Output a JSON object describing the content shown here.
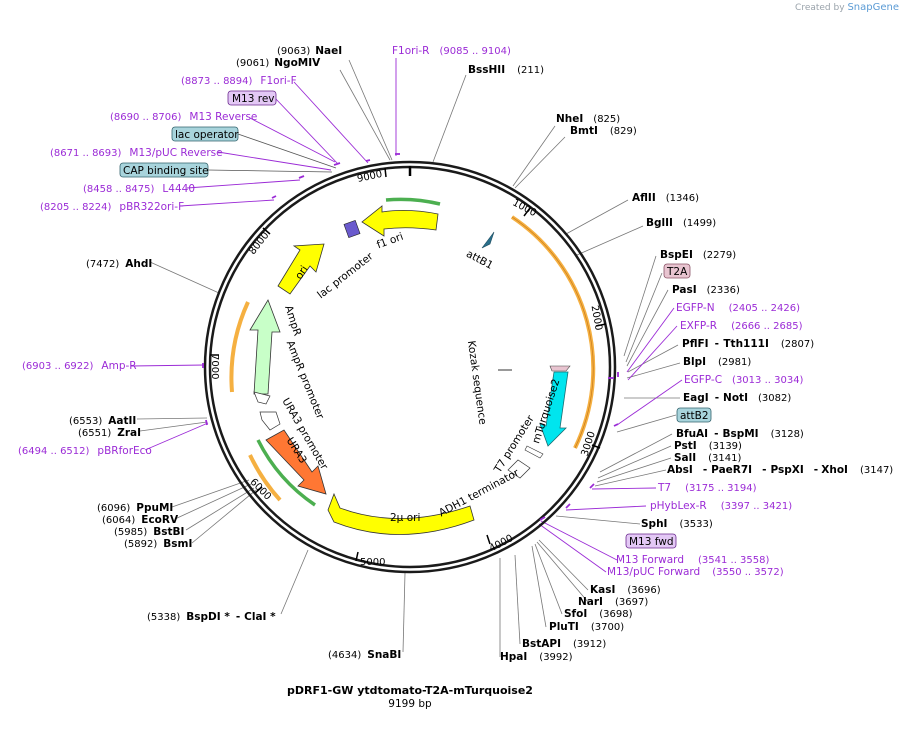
{
  "app": {
    "credit_prefix": "Created by",
    "credit_brand": "SnapGene"
  },
  "plasmid": {
    "name": "pDRF1-GW ytdtomato-T2A-mTurquoise2",
    "length_label": "9199 bp"
  },
  "ticks": [
    "1000",
    "2000",
    "3000",
    "4000",
    "5000",
    "6000",
    "7000",
    "8000",
    "9000"
  ],
  "sites": [
    {
      "num": "(9063)",
      "name": "NaeI"
    },
    {
      "num": "(9061)",
      "name": "NgoMIV"
    },
    {
      "name": "BssHII",
      "num": "(211)"
    },
    {
      "name": "NheI",
      "num": "(825)"
    },
    {
      "name": "BmtI",
      "num": "(829)"
    },
    {
      "name": "AflII",
      "num": "(1346)"
    },
    {
      "name": "BglII",
      "num": "(1499)"
    },
    {
      "name": "BspEI",
      "num": "(2279)"
    },
    {
      "name": "PasI",
      "num": "(2336)"
    },
    {
      "name": "PflFI",
      "dash": "-",
      "name2": "Tth111I",
      "num": "(2807)"
    },
    {
      "name": "BlpI",
      "num": "(2981)"
    },
    {
      "name": "EagI",
      "dash": "-",
      "name2": "NotI",
      "num": "(3082)"
    },
    {
      "name": "BfuAI",
      "dash": "-",
      "name2": "BspMI",
      "num": "(3128)"
    },
    {
      "name": "PstI",
      "num": "(3139)"
    },
    {
      "name": "SalI",
      "num": "(3141)"
    },
    {
      "name": "AbsI",
      "dash": "-",
      "name2": "PaeR7I",
      "dash2": "-",
      "name3": "PspXI",
      "dash3": "-",
      "name4": "XhoI",
      "num": "(3147)"
    },
    {
      "name": "SphI",
      "num": "(3533)"
    },
    {
      "name": "KasI",
      "num": "(3696)"
    },
    {
      "name": "NarI",
      "num": "(3697)"
    },
    {
      "name": "SfoI",
      "num": "(3698)"
    },
    {
      "name": "PluTI",
      "num": "(3700)"
    },
    {
      "name": "BstAPI",
      "num": "(3912)"
    },
    {
      "name": "HpaI",
      "num": "(3992)"
    },
    {
      "num": "(4634)",
      "name": "SnaBI"
    },
    {
      "num": "(5338)",
      "name": "BspDI *",
      "dash": "-",
      "name2": "ClaI *"
    },
    {
      "num": "(5892)",
      "name": "BsmI"
    },
    {
      "num": "(5985)",
      "name": "BstBI"
    },
    {
      "num": "(6064)",
      "name": "EcoRV"
    },
    {
      "num": "(6096)",
      "name": "PpuMI"
    },
    {
      "num": "(6551)",
      "name": "ZraI"
    },
    {
      "num": "(6553)",
      "name": "AatII"
    },
    {
      "num": "(7472)",
      "name": "AhdI"
    }
  ],
  "primers": [
    {
      "name": "F1ori-R",
      "range": "(9085 .. 9104)"
    },
    {
      "range": "(8873 .. 8894)",
      "name": "F1ori-F"
    },
    {
      "range": "(8690 .. 8706)",
      "name": "M13 Reverse"
    },
    {
      "range": "(8671 .. 8693)",
      "name": "M13/pUC Reverse"
    },
    {
      "range": "(8458 .. 8475)",
      "name": "L4440"
    },
    {
      "range": "(8205 .. 8224)",
      "name": "pBR322ori-F"
    },
    {
      "range": "(6903 .. 6922)",
      "name": "Amp-R"
    },
    {
      "range": "(6494 .. 6512)",
      "name": "pBRforEco"
    },
    {
      "name": "EGFP-N",
      "range": "(2405 .. 2426)"
    },
    {
      "name": "EXFP-R",
      "range": "(2666 .. 2685)"
    },
    {
      "name": "EGFP-C",
      "range": "(3013 .. 3034)"
    },
    {
      "name": "T7",
      "range": "(3175 .. 3194)"
    },
    {
      "name": "pHybLex-R",
      "range": "(3397 .. 3421)"
    },
    {
      "name": "M13 Forward",
      "range": "(3541 .. 3558)"
    },
    {
      "name": "M13/pUC Forward",
      "range": "(3550 .. 3572)"
    }
  ],
  "boxed": [
    {
      "label": "M13 rev",
      "kind": "primer"
    },
    {
      "label": "lac operator",
      "kind": "feature"
    },
    {
      "label": "CAP binding site",
      "kind": "feature"
    },
    {
      "label": "T2A",
      "kind": "cds"
    },
    {
      "label": "attB2",
      "kind": "feature"
    },
    {
      "label": "M13 fwd",
      "kind": "primer"
    }
  ],
  "inner_labels": {
    "f1_ori": "f1 ori",
    "lac_promoter": "lac promoter",
    "attb1": "attB1",
    "ori": "ori",
    "ampr": "AmpR",
    "ampr_promoter": "AmpR promoter",
    "ura3_promoter": "URA3 promoter",
    "ura3": "URA3",
    "two_mu_ori": "2μ ori",
    "adh1_terminator": "ADH1 terminator",
    "t7_promoter": "T7 promoter",
    "mturquoise2": "mTurquoise2",
    "kozak": "Kozak sequence"
  },
  "colors": {
    "backbone": "#1a1a1a",
    "primer": "#9b2bd6",
    "ori": "#ffff00",
    "ampr": "#c8ffc8",
    "ura3": "#ff7733",
    "mturquoise2": "#00e5ee",
    "orange_feature": "#f5b041",
    "green_feature": "#4caf50",
    "t2a": "#e8c4d0",
    "attb": "#a8d4dc"
  }
}
